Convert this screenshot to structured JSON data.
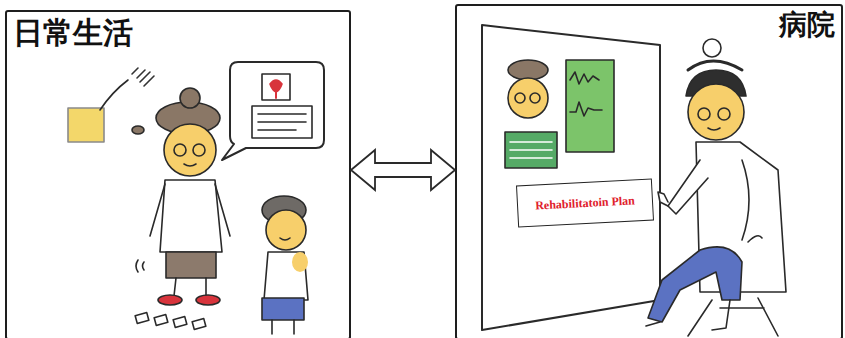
{
  "diagram": {
    "nodes": [
      {
        "text": [
          "日常生活"
        ]
      },
      {
        "text": [
          "病院"
        ]
      },
      {
        "text": [
          "Rehabilitatoin Plan"
        ],
        "in": 1
      }
    ],
    "edges": [
      {
        "from": 0,
        "to": 1,
        "arrow": "both"
      }
    ]
  }
}
